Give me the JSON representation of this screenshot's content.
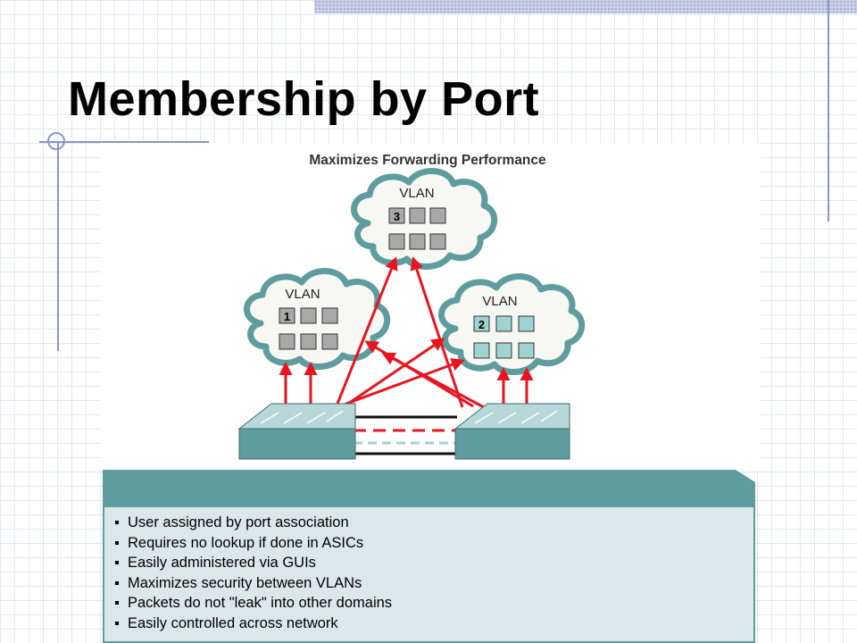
{
  "slide": {
    "title": "Membership by Port"
  },
  "diagram": {
    "heading": "Maximizes Forwarding Performance",
    "clouds": [
      {
        "label": "VLAN",
        "port_number": "3"
      },
      {
        "label": "VLAN",
        "port_number": "1"
      },
      {
        "label": "VLAN",
        "port_number": "2"
      }
    ]
  },
  "benefits": {
    "items": [
      "User assigned by port association",
      "Requires no lookup if done in ASICs",
      "Easily administered via GUIs",
      "Maximizes security between VLANs",
      "Packets do not \"leak\" into other domains",
      "Easily controlled across network"
    ]
  },
  "colors": {
    "accent_teal": "#5f9c9e",
    "arrow_red": "#e8141e",
    "cloud_fill": "#f7f7f4",
    "cloud_stroke": "#5f9c9e",
    "port_gray": "#a8a8a8",
    "port_teal": "#9fd3d2",
    "switch_fill": "#5f9c9e"
  }
}
